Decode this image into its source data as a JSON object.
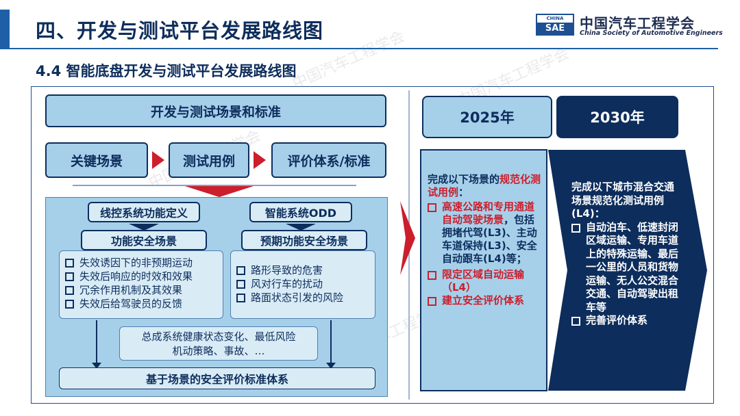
{
  "header": {
    "title": "四、开发与测试平台发展路线图",
    "subtitle": "4.4  智能底盘开发与测试平台发展路线图",
    "logo": {
      "badge_top": "CHINA",
      "badge_bottom": "SAE",
      "name_cn": "中国汽车工程学会",
      "name_en": "China Society of Automotive Engineers"
    }
  },
  "left": {
    "top_box": "开发与测试场景和标准",
    "flow": [
      "关键场景",
      "测试用例",
      "评价体系/标准"
    ],
    "col1": {
      "title": "线控系统功能定义",
      "sub": "功能安全场景",
      "items": [
        "失效诱因下的非预期运动",
        "失效后响应的时效和效果",
        "冗余作用机制及其效果",
        "失效后给驾驶员的反馈"
      ]
    },
    "col2": {
      "title": "智能系统ODD",
      "sub": "预期功能安全场景",
      "items": [
        "路形导致的危害",
        "风对行车的扰动",
        "路面状态引发的风险"
      ]
    },
    "middle_box": [
      "总成系统健康状态变化、最低风险",
      "机动策略、事故、…"
    ],
    "bottom_box": "基于场景的安全评价标准体系"
  },
  "right": {
    "year1": "2025年",
    "year2": "2030年",
    "p2025": {
      "intro_a": "完成以下场景的",
      "intro_hl": "规范化测试用例",
      "intro_b": "：",
      "item1_red": "高速公路和专用通道自动驾驶场景",
      "item1_rest": "，包括拥堵代驾(L3)、主动车道保持(L3)、安全自动跟车(L4)等；",
      "item2": "限定区域自动运输（L4）",
      "item3": "建立安全评价体系"
    },
    "p2030": {
      "intro": "完成以下城市混合交通场景规范化测试用例(L4)：",
      "item1": "自动泊车、低速封闭区域运输、专用车道上的特殊运输、最后一公里的人员和货物运输、无人公交混合交通、自动驾驶出租车等",
      "item2": "完善评价体系"
    }
  },
  "watermark": "中国汽车工程学会",
  "colors": {
    "navy": "#0d2d5c",
    "light_blue": "#a6d0ea",
    "red": "#cc1e2c",
    "blue": "#1f5fa8"
  }
}
